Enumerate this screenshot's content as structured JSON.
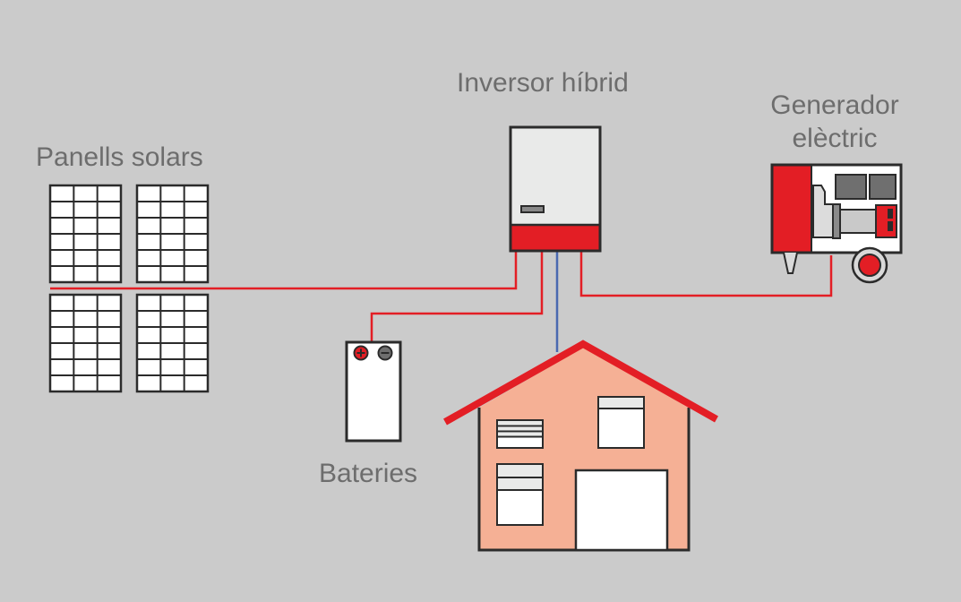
{
  "title": "Sistema solar híbrid",
  "labels": {
    "solar_panels": "Panells solars",
    "inverter": "Inversor híbrid",
    "generator_line1": "Generador",
    "generator_line2": "elèctric",
    "batteries": "Bateries"
  },
  "icons": {
    "solar_panels": "solar-panel-icon",
    "inverter": "inverter-icon",
    "generator": "generator-icon",
    "battery": "battery-icon",
    "house": "house-icon"
  },
  "colors": {
    "background": "#cbcbcb",
    "dc_wire": "#e31e25",
    "ac_wire": "#4a69b0",
    "accent_red": "#e31e25",
    "house_wall": "#f5b095",
    "outline": "#2b2b2b",
    "label": "#6d6d6d"
  },
  "connections": [
    {
      "from": "solar_panels",
      "to": "inverter",
      "type": "dc"
    },
    {
      "from": "batteries",
      "to": "inverter",
      "type": "dc"
    },
    {
      "from": "generator",
      "to": "inverter",
      "type": "dc"
    },
    {
      "from": "inverter",
      "to": "house",
      "type": "ac"
    }
  ]
}
